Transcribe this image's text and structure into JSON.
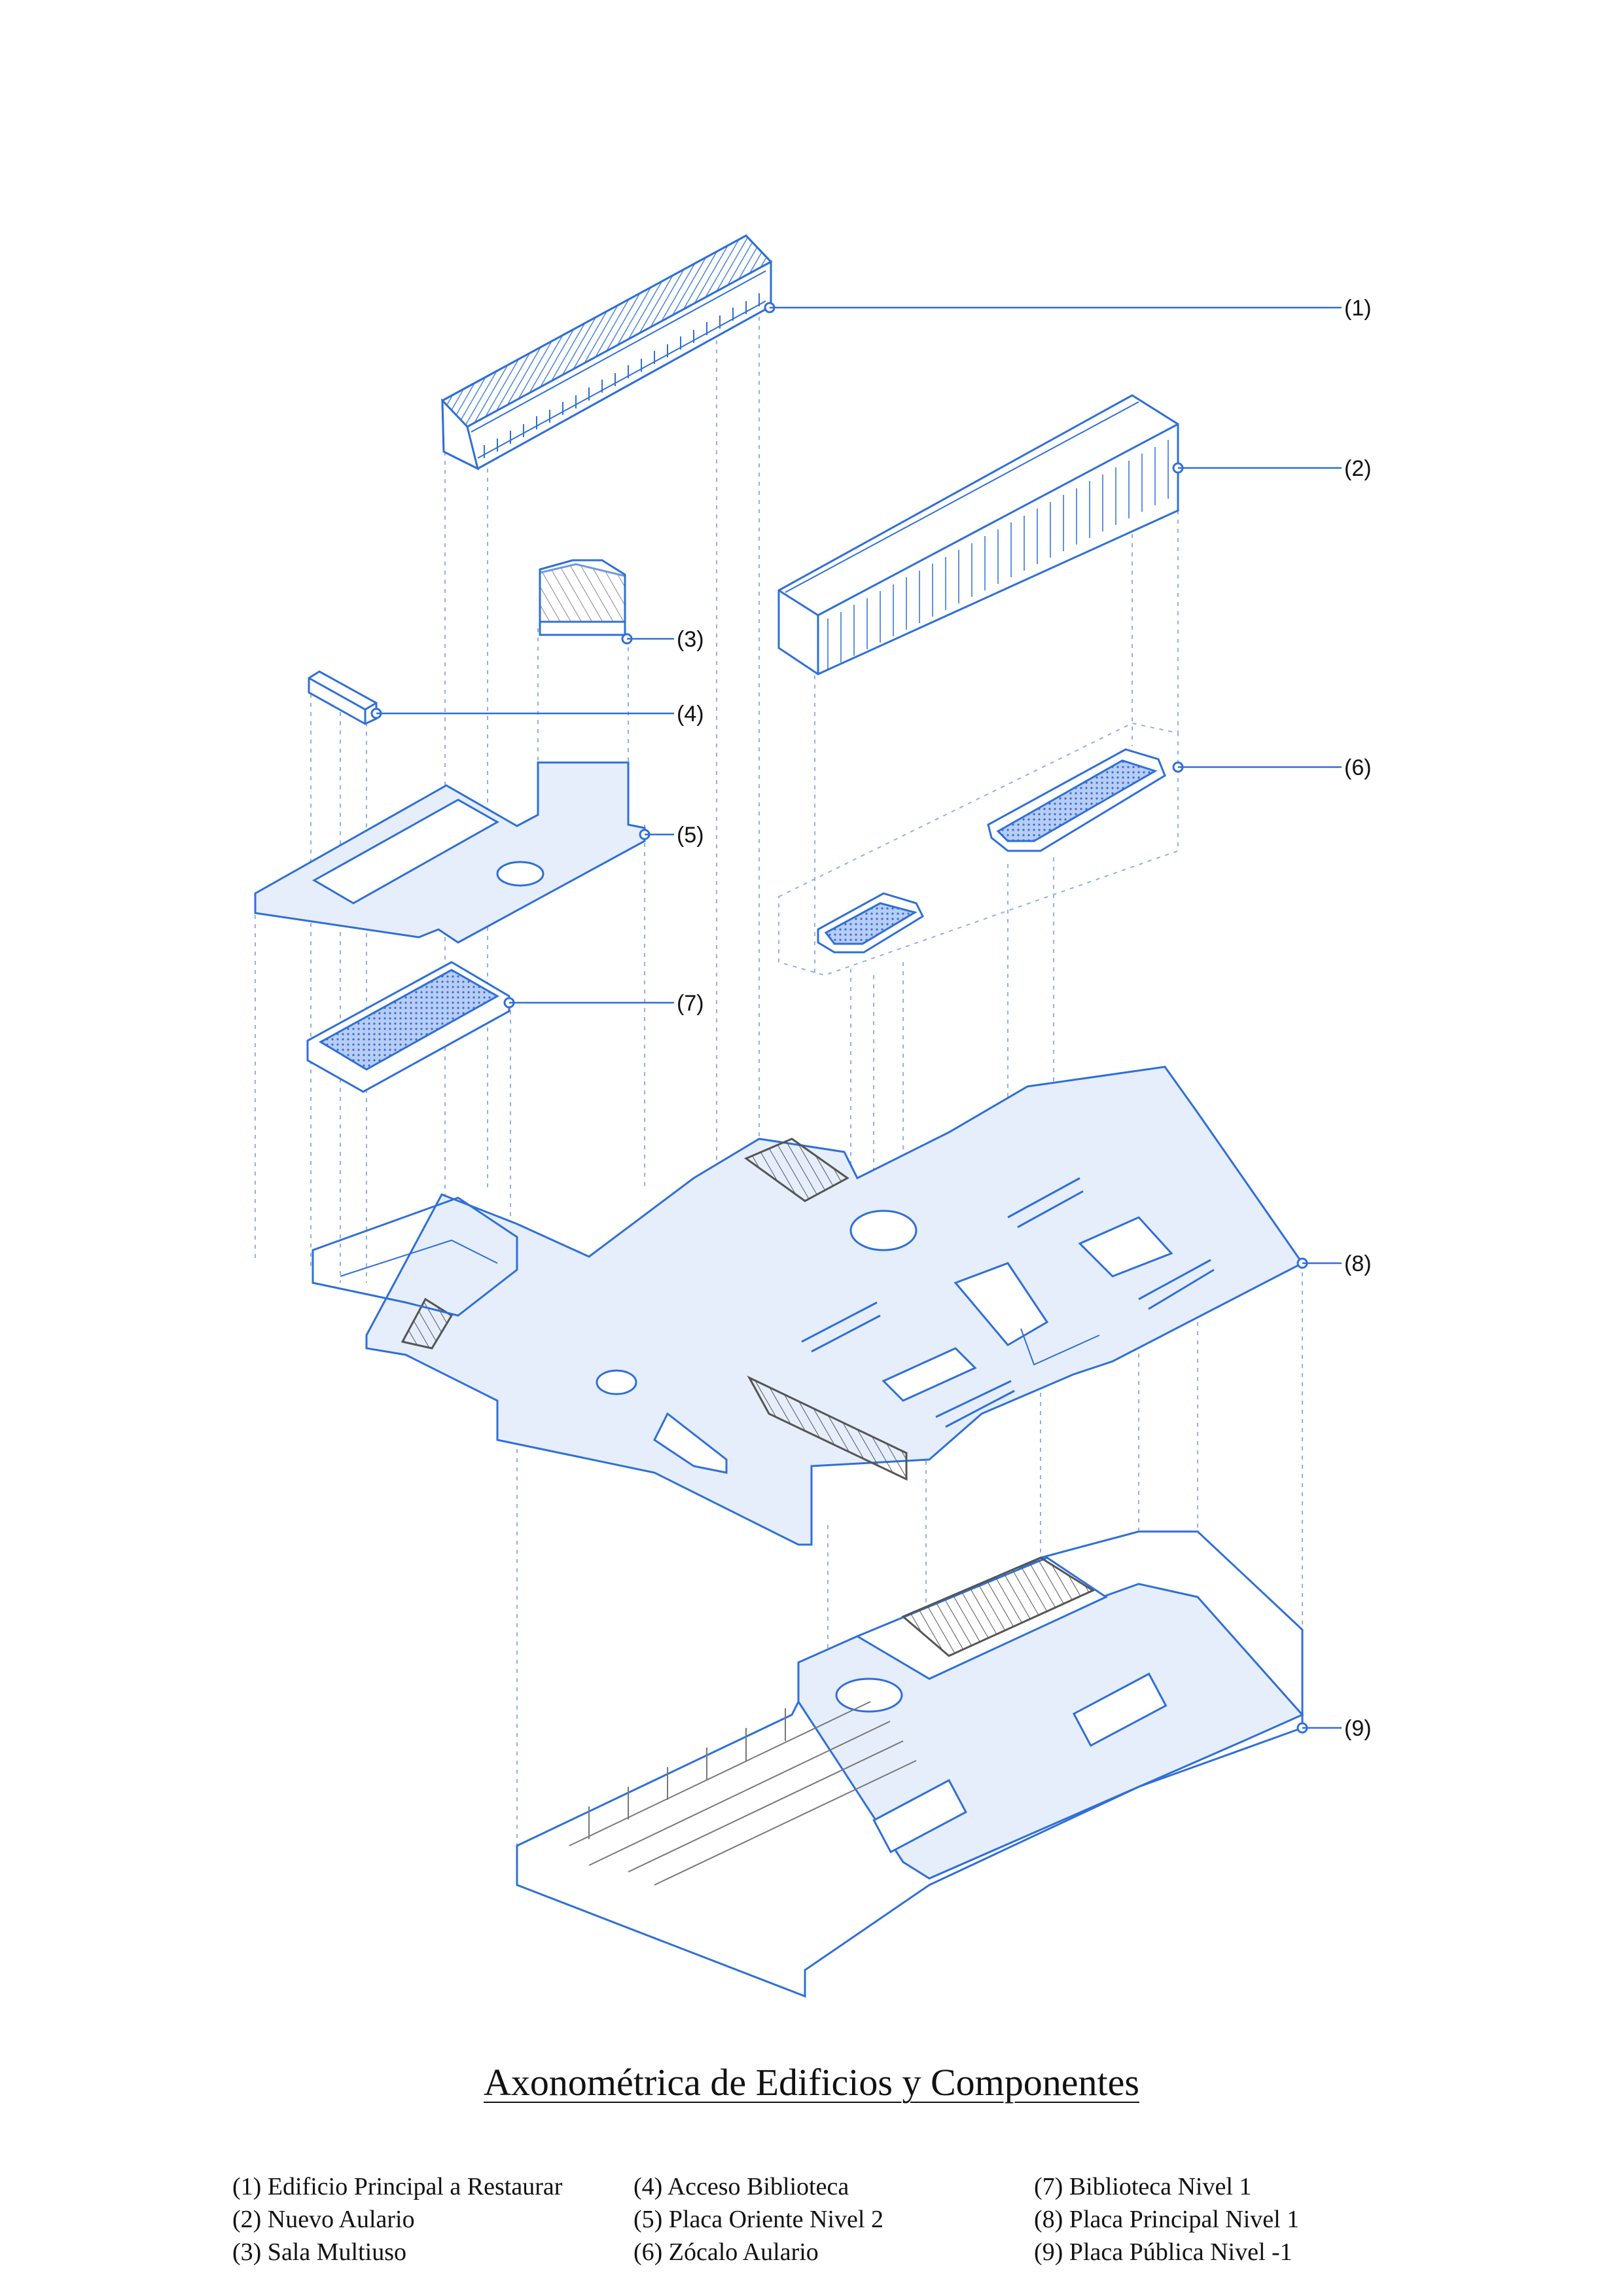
{
  "diagram": {
    "title": "Axonométrica de Edificios y Componentes",
    "callouts": [
      "(1)",
      "(2)",
      "(3)",
      "(4)",
      "(5)",
      "(6)",
      "(7)",
      "(8)",
      "(9)"
    ],
    "legend": [
      [
        "(1) Edificio Principal a Restaurar",
        "(2) Nuevo Aulario",
        "(3) Sala Multiuso"
      ],
      [
        "(4) Acceso Biblioteca",
        "(5) Placa Oriente Nivel 2",
        "(6) Zócalo Aulario"
      ],
      [
        "(7) Biblioteca Nivel 1",
        "(8) Placa Principal Nivel 1",
        "(9) Placa Pública Nivel -1"
      ]
    ],
    "colors": {
      "line": "#2f6fd8",
      "fill": "#e6eefb",
      "hatch": "#7aa3e8",
      "gray": "#8c8c8c"
    }
  }
}
